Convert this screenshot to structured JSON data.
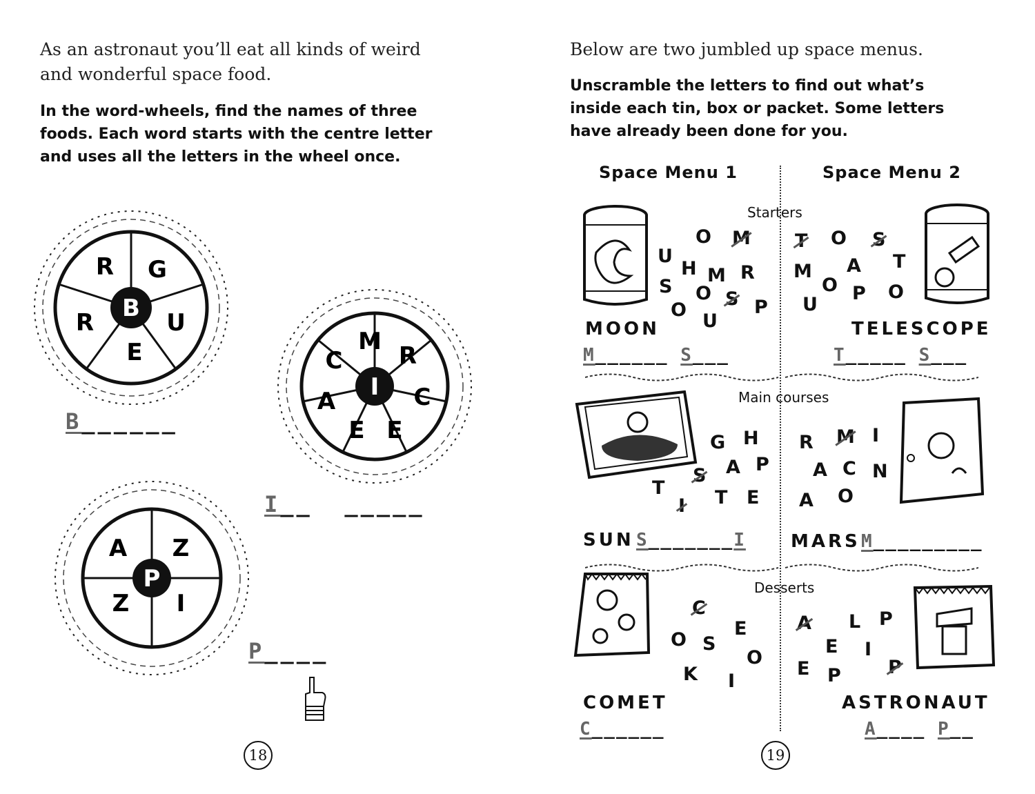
{
  "left_page": {
    "intro": [
      "As an astronaut you’ll eat all kinds of weird",
      "and wonderful space food."
    ],
    "instructions": [
      "In the word-wheels, find the names of three",
      "foods. Each word starts with the centre letter",
      "and uses all the letters in the wheel once."
    ],
    "wheels": [
      {
        "center": "B",
        "letters": [
          "R",
          "G",
          "U",
          "E",
          "R"
        ],
        "answer_start": "B",
        "answer_blanks": "______"
      },
      {
        "center": "I",
        "letters": [
          "M",
          "R",
          "C",
          "E",
          "E",
          "A",
          "C"
        ],
        "answer_start": "I",
        "answer_blanks": "__  _____"
      },
      {
        "center": "P",
        "letters": [
          "A",
          "Z",
          "I",
          "Z"
        ],
        "answer_start": "P",
        "answer_blanks": "____"
      }
    ],
    "page_number": "18"
  },
  "right_page": {
    "intro": "Below are two jumbled up space menus.",
    "instructions": [
      "Unscramble the letters to find out what’s",
      "inside each tin, box or packet. Some letters",
      "have already been done for you."
    ],
    "menu1_title": "Space Menu 1",
    "menu2_title": "Space Menu 2",
    "sections": {
      "starters": "Starters",
      "mains": "Main courses",
      "desserts": "Desserts"
    },
    "items": {
      "moon": {
        "label": "MOON",
        "answer_a": "M",
        "blanks_a": "______",
        "answer_b": "S",
        "blanks_b": "___"
      },
      "telescope": {
        "label": "TELESCOPE",
        "answer_a": "T",
        "blanks_a": "_____",
        "answer_b": "S",
        "blanks_b": "___"
      },
      "sun": {
        "label": "SUN",
        "answer_start": "S",
        "blanks": "_______",
        "answer_end": "I"
      },
      "mars": {
        "label": "MARS",
        "answer_start": "M",
        "blanks": "_________"
      },
      "comet": {
        "label": "COMET",
        "answer_start": "C",
        "blanks": "______"
      },
      "astronaut": {
        "label": "ASTRONAUT",
        "answer_a": "A",
        "blanks_a": "____",
        "answer_b": "P",
        "blanks_b": "__"
      }
    },
    "jumbles": {
      "moon": [
        "O",
        "M",
        "U",
        "H",
        "M",
        "R",
        "S",
        "O",
        "S",
        "O",
        "U",
        "P"
      ],
      "telescope": [
        "T",
        "O",
        "S",
        "M",
        "A",
        "T",
        "O",
        "P",
        "U",
        "O"
      ],
      "sun": [
        "G",
        "H",
        "A",
        "S",
        "P",
        "T",
        "T",
        "E",
        "I"
      ],
      "mars": [
        "R",
        "M",
        "I",
        "A",
        "C",
        "N",
        "A",
        "O"
      ],
      "comet": [
        "C",
        "E",
        "O",
        "S",
        "O",
        "K",
        "I"
      ],
      "astronaut": [
        "A",
        "L",
        "P",
        "E",
        "I",
        "P",
        "E",
        "P"
      ]
    },
    "page_number": "19"
  }
}
